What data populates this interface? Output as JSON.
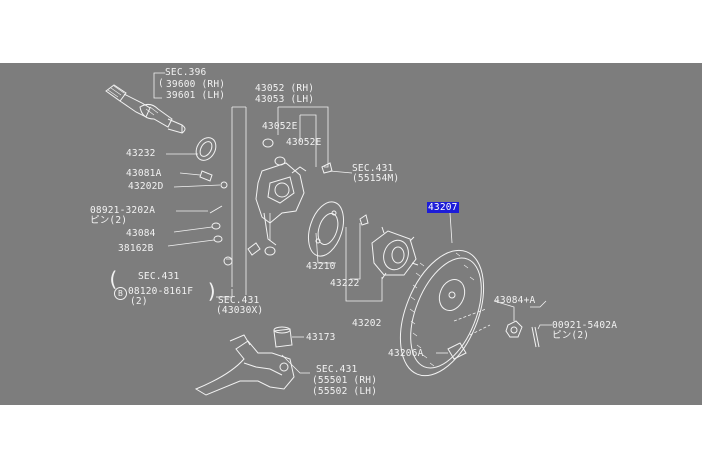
{
  "diagram": {
    "labels": {
      "sec396": "SEC.396",
      "p39600": "39600 (RH)",
      "p39601": "39601 (LH)",
      "p43052": "43052 (RH)",
      "p43053": "43053 (LH)",
      "p43052E_a": "43052E",
      "p43052E_b": "43052E",
      "p43232": "43232",
      "p43081A": "43081A",
      "p43202D": "43202D",
      "p08921": "08921-3202A",
      "pin2_a": "ピン(2)",
      "p43084": "43084",
      "p38162B": "38162B",
      "sec431_a": "SEC.431",
      "p55154M": "(55154M)",
      "p43207": "43207",
      "p43210": "43210",
      "p43222": "43222",
      "p43202": "43202",
      "sec431_b": "SEC.431",
      "b_circle": "B",
      "p08120": "08120-8161F",
      "qty2": "(2)",
      "sec431_c": "SEC.431",
      "p43030X": "(43030X)",
      "p43173": "43173",
      "p43084A": "43084+A",
      "p00921": "00921-5402A",
      "pin2_b": "ピン(2)",
      "p43206A": "43206A",
      "sec431_d": "SEC.431",
      "p55501": "(55501 (RH)",
      "p55502": "(55502 (LH)"
    }
  }
}
